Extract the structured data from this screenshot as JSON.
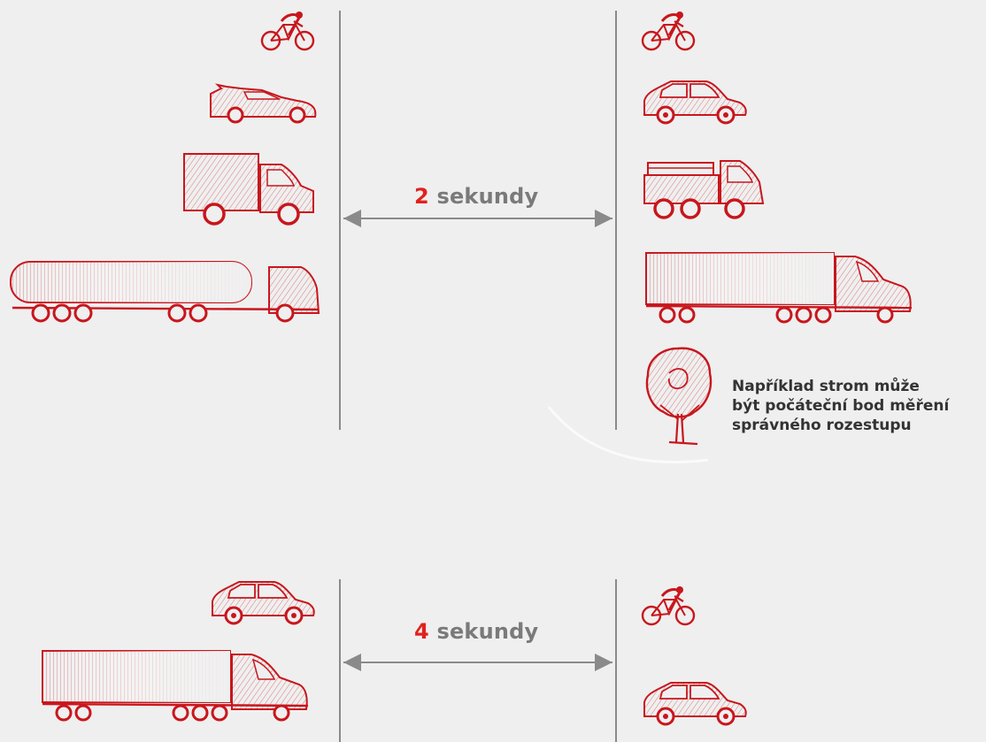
{
  "colors": {
    "background": "#efefef",
    "sketch": "#c8161d",
    "line": "#8a8a8a",
    "accent": "#e2211c",
    "note_text": "#333333"
  },
  "top_gap": {
    "number": "2",
    "unit": "sekundy"
  },
  "bottom_gap": {
    "number": "4",
    "unit": "sekundy"
  },
  "note": {
    "lines": [
      "Například strom může",
      "být počáteční bod měření",
      "správného rozestupu"
    ]
  },
  "icons": {
    "left_top": [
      "cyclist-icon",
      "sports-car-icon",
      "box-truck-icon",
      "tanker-truck-icon"
    ],
    "right_top": [
      "cyclist-icon",
      "hatchback-car-icon",
      "flatbed-truck-icon",
      "semi-trailer-truck-icon",
      "tree-icon"
    ],
    "left_bottom": [
      "hatchback-car-icon",
      "semi-trailer-truck-icon"
    ],
    "right_bottom": [
      "cyclist-icon",
      "hatchback-car-icon"
    ]
  }
}
